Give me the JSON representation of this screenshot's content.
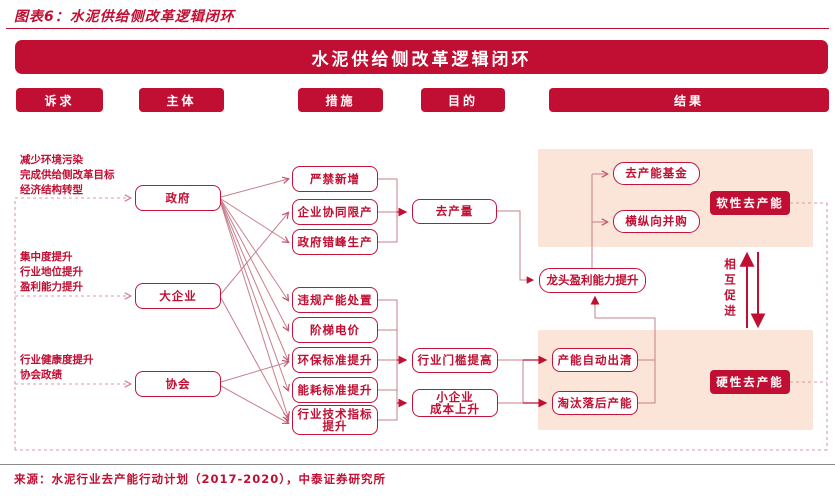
{
  "figure": {
    "title": "图表6：水泥供给侧改革逻辑闭环",
    "source": "来源：水泥行业去产能行动计划（2017-2020），中泰证券研究所"
  },
  "banner": {
    "title": "水泥供给侧改革逻辑闭环"
  },
  "columns": {
    "appeal": "诉求",
    "subject": "主体",
    "measure": "措施",
    "purpose": "目的",
    "result": "结果"
  },
  "appeals": {
    "government": {
      "l1": "减少环境污染",
      "l2": "完成供给侧改革目标",
      "l3": "经济结构转型"
    },
    "large_enterprise": {
      "l1": "集中度提升",
      "l2": "行业地位提升",
      "l3": "盈利能力提升"
    },
    "association": {
      "l1": "行业健康度提升",
      "l2": "协会政绩"
    }
  },
  "subjects": {
    "government": "政府",
    "large_enterprise": "大企业",
    "association": "协会"
  },
  "measures": {
    "m1": "严禁新增",
    "m2": "企业协同限产",
    "m3": "政府错峰生产",
    "m4": "违规产能处置",
    "m5": "阶梯电价",
    "m6": "环保标准提升",
    "m7": "能耗标准提升",
    "m8": {
      "l1": "行业技术指标",
      "l2": "提升"
    }
  },
  "purposes": {
    "cut_output": "去产量",
    "threshold_up": "行业门槛提高",
    "small_cost": {
      "l1": "小企业",
      "l2": "成本上升"
    }
  },
  "results": {
    "fund": "去产能基金",
    "mna": "横纵向并购",
    "soft": "软性去产能",
    "leader_profit": "龙头盈利能力提升",
    "auto_clear": "产能自动出清",
    "eliminate": "淘汰落后产能",
    "hard": "硬性去产能",
    "mutual": "相互促进"
  },
  "colors": {
    "crimson": "#c00f33",
    "box_border": "#c41239",
    "panel_bg": "#fae5d8",
    "line_muted": "#c77f8d",
    "dashed": "#dc9aa6"
  }
}
